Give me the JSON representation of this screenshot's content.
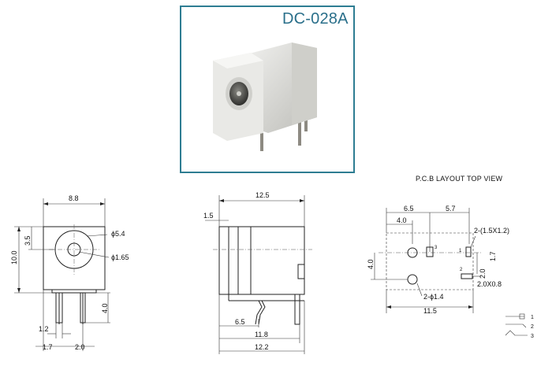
{
  "product": {
    "title": "DC-028A"
  },
  "pcb_layout": {
    "heading": "P.C.B LAYOUT    TOP VIEW"
  },
  "front_view": {
    "width": "8.8",
    "height": "10.0",
    "offset": "3.5",
    "hole_outer": "ϕ5.4",
    "hole_inner": "ϕ1.65",
    "pin_length": "4.0",
    "pin_width": "1.2",
    "pin_offset": "1.7",
    "pin_pitch": "2.0"
  },
  "side_view": {
    "top_width": "12.5",
    "flange": "1.5",
    "dim_a": "6.5",
    "dim_b": "11.8",
    "dim_c": "12.2"
  },
  "layout_view": {
    "dim_a": "6.5",
    "dim_b": "5.7",
    "dim_c": "4.0",
    "slot_spec": "2-(1.5X1.2)",
    "height": "4.0",
    "gap": "1.7",
    "pad_2": "2.0",
    "pad_size": "2.0X0.8",
    "hole_spec": "2-ϕ1.4",
    "total_width": "11.5",
    "pin_1": "1",
    "pin_2": "2",
    "pin_3": "3"
  },
  "schematic": {
    "pin_1": "1",
    "pin_2": "2",
    "pin_3": "3"
  },
  "colors": {
    "frame": "#2e7d92",
    "title": "#2a6f8a"
  }
}
